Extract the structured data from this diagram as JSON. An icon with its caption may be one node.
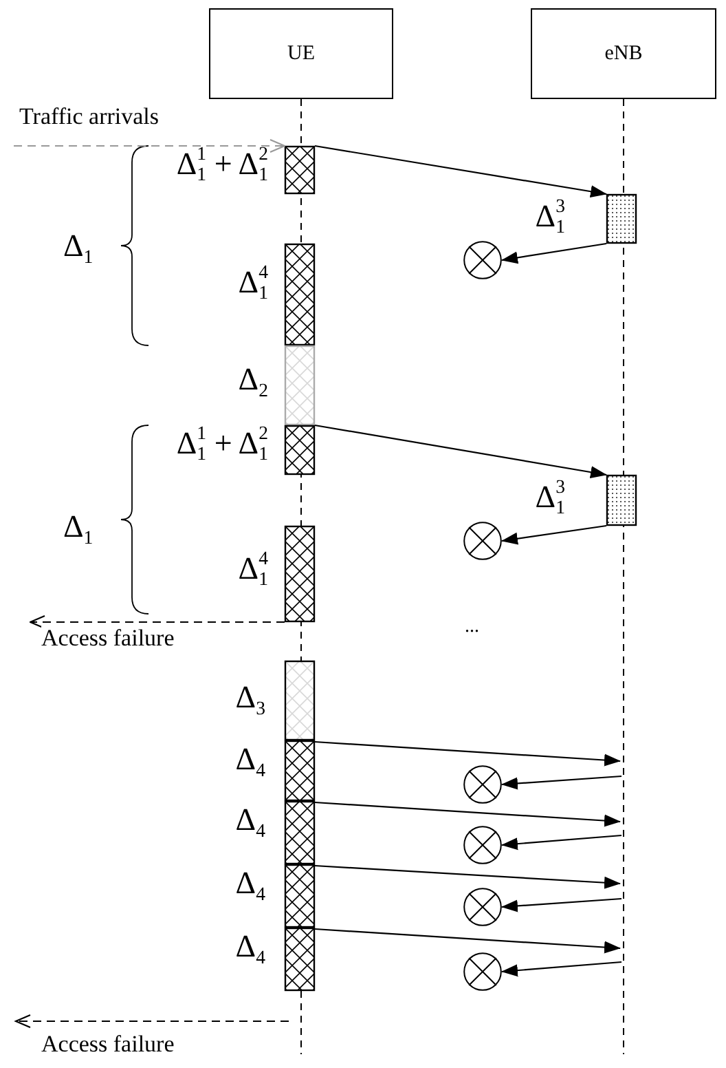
{
  "diagram": {
    "nodes": [
      {
        "text": [
          "UE"
        ]
      },
      {
        "text": [
          "eNB"
        ]
      },
      {
        "text": [],
        "shape": "bar",
        "beside": [
          "Δ$_{1}$$^{1}$ + Δ$_{1}$$^{2}$"
        ]
      },
      {
        "text": [],
        "shape": "bar",
        "beside": [
          "Δ$_{1}$$^{3}$"
        ]
      },
      {
        "text": [],
        "shape": "circle"
      },
      {
        "text": [],
        "shape": "bar",
        "beside": [
          "Δ$_{1}$$^{4}$"
        ]
      },
      {
        "text": [],
        "shape": "bar",
        "beside": [
          "Δ$_{2}$"
        ]
      },
      {
        "text": [],
        "shape": "bar",
        "beside": [
          "Δ$_{1}$$^{1}$ + Δ$_{1}$$^{2}$"
        ]
      },
      {
        "text": [],
        "shape": "bar",
        "beside": [
          "Δ$_{1}$$^{3}$"
        ]
      },
      {
        "text": [],
        "shape": "circle"
      },
      {
        "text": [],
        "shape": "bar",
        "beside": [
          "Δ$_{1}$$^{4}$"
        ]
      },
      {
        "text": [],
        "shape": "bar",
        "beside": [
          "Δ$_{3}$"
        ]
      },
      {
        "text": [],
        "shape": "bar",
        "beside": [
          "Δ$_{4}$"
        ]
      },
      {
        "text": [],
        "shape": "circle"
      },
      {
        "text": [],
        "shape": "bar",
        "beside": [
          "Δ$_{4}$"
        ]
      },
      {
        "text": [],
        "shape": "circle"
      },
      {
        "text": [],
        "shape": "bar",
        "beside": [
          "Δ$_{4}$"
        ]
      },
      {
        "text": [],
        "shape": "circle"
      },
      {
        "text": [],
        "shape": "bar",
        "beside": [
          "Δ$_{4}$"
        ]
      },
      {
        "text": [],
        "shape": "circle"
      }
    ],
    "edges": [
      {
        "from": null,
        "to": 2,
        "arrow": "to",
        "label": "Traffic arrivals",
        "style": "dashed",
        "color": "#999999"
      },
      {
        "from": 2,
        "to": 3,
        "arrow": "to"
      },
      {
        "from": 3,
        "to": 4,
        "arrow": "to"
      },
      {
        "from": 7,
        "to": 8,
        "arrow": "to"
      },
      {
        "from": 8,
        "to": 9,
        "arrow": "to"
      },
      {
        "from": 10,
        "to": null,
        "arrow": "to",
        "label": "Access failure",
        "style": "dashed"
      },
      {
        "from": 12,
        "to": null,
        "arrow": "to"
      },
      {
        "from": null,
        "to": 13,
        "arrow": "to"
      },
      {
        "from": 14,
        "to": null,
        "arrow": "to"
      },
      {
        "from": null,
        "to": 15,
        "arrow": "to"
      },
      {
        "from": 16,
        "to": null,
        "arrow": "to"
      },
      {
        "from": null,
        "to": 17,
        "arrow": "to"
      },
      {
        "from": 18,
        "to": null,
        "arrow": "to"
      },
      {
        "from": null,
        "to": 19,
        "arrow": "to"
      }
    ],
    "labels": [
      "Δ$_{1}$",
      "Δ$_{1}$",
      "...",
      "Access failure"
    ]
  }
}
